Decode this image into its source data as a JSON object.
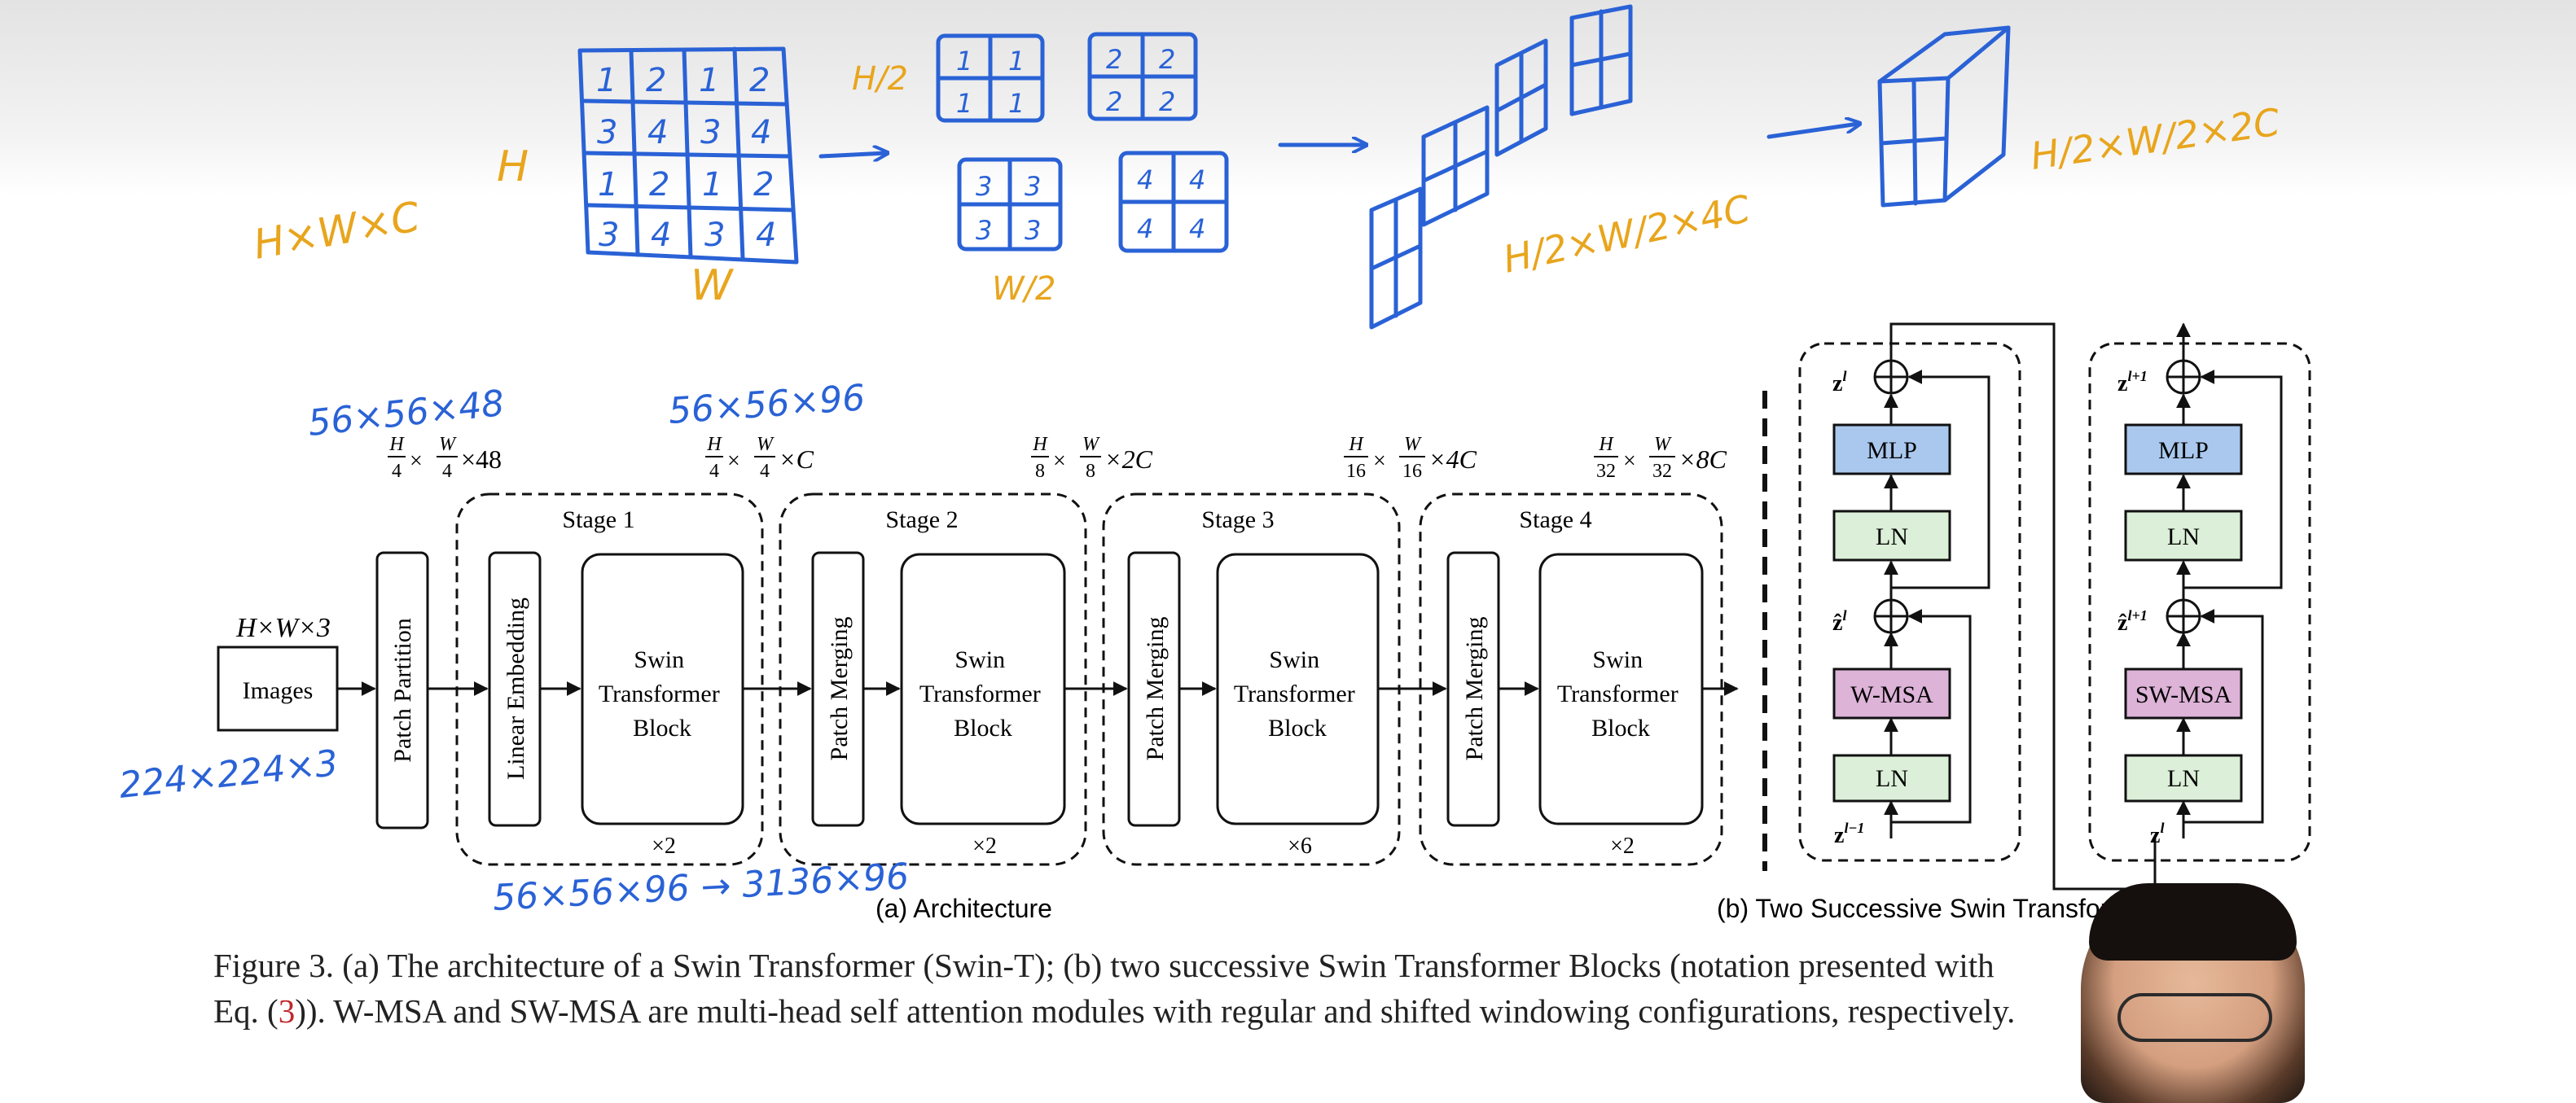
{
  "diagram": {
    "input_dims": "H×W×3",
    "images_label": "Images",
    "patch_partition": "Patch Partition",
    "linear_embedding": "Linear Embedding",
    "patch_merging": "Patch Merging",
    "swin_block_lines": [
      "Swin",
      "Transformer",
      "Block"
    ],
    "stages": [
      {
        "label": "Stage 1",
        "repeat": "×2"
      },
      {
        "label": "Stage 2",
        "repeat": "×2"
      },
      {
        "label": "Stage 3",
        "repeat": "×6"
      },
      {
        "label": "Stage 4",
        "repeat": "×2"
      }
    ],
    "dims": [
      {
        "h": "H",
        "hd": "4",
        "w": "W",
        "wd": "4",
        "tail": "×48"
      },
      {
        "h": "H",
        "hd": "4",
        "w": "W",
        "wd": "4",
        "tail": "×C"
      },
      {
        "h": "H",
        "hd": "8",
        "w": "W",
        "wd": "8",
        "tail": "×2C"
      },
      {
        "h": "H",
        "hd": "16",
        "w": "W",
        "wd": "16",
        "tail": "×4C"
      },
      {
        "h": "H",
        "hd": "32",
        "w": "W",
        "wd": "32",
        "tail": "×8C"
      }
    ],
    "sub_a": "(a) Architecture",
    "sub_b": "(b) Two Successive Swin Transformer Blocks",
    "block1": {
      "mlp": "MLP",
      "ln_top": "LN",
      "attn": "W-MSA",
      "ln_bot": "LN",
      "z_out": "z",
      "z_out_sup": "l",
      "z_mid": "ẑ",
      "z_mid_sup": "l",
      "z_in": "z",
      "z_in_sup": "l−1"
    },
    "block2": {
      "mlp": "MLP",
      "ln_top": "LN",
      "attn": "SW-MSA",
      "ln_bot": "LN",
      "z_out": "z",
      "z_out_sup": "l+1",
      "z_mid": "ẑ",
      "z_mid_sup": "l+1",
      "z_in": "z",
      "z_in_sup": "l"
    }
  },
  "annotations": {
    "hwc": "H×W×C",
    "h_label": "H",
    "w_label": "W",
    "h2": "H/2",
    "w2": "W/2",
    "dims_4c": "H/2×W/2×4C",
    "dims_2c": "H/2×W/2×2C",
    "in_size": "224×224×3",
    "size_48": "56×56×48",
    "size_96": "56×56×96",
    "size_flat": "56×56×96 → 3136×96",
    "grid_rows": [
      [
        "1",
        "2",
        "1",
        "2"
      ],
      [
        "3",
        "4",
        "3",
        "4"
      ],
      [
        "1",
        "2",
        "1",
        "2"
      ],
      [
        "3",
        "4",
        "3",
        "4"
      ]
    ],
    "sub_grids": [
      [
        "1",
        "1",
        "1",
        "1"
      ],
      [
        "2",
        "2",
        "2",
        "2"
      ],
      [
        "3",
        "3",
        "3",
        "3"
      ],
      [
        "4",
        "4",
        "4",
        "4"
      ]
    ]
  },
  "caption": {
    "line1": "Figure 3. (a) The architecture of a Swin Transformer (Swin-T); (b) two successive Swin Transformer Blocks (notation presented with",
    "line2_pre": "Eq. (",
    "line2_ref": "3",
    "line2_post": ")). W-MSA and SW-MSA are multi-head self attention modules with regular and shifted windowing configurations, respectively."
  },
  "colors": {
    "mlp": "#aac8ee",
    "ln": "#dcefd8",
    "msa": "#ddb3d8",
    "ink_blue": "#2a62d6",
    "ink_orange": "#e8a51d",
    "ref_red": "#c0282b"
  }
}
